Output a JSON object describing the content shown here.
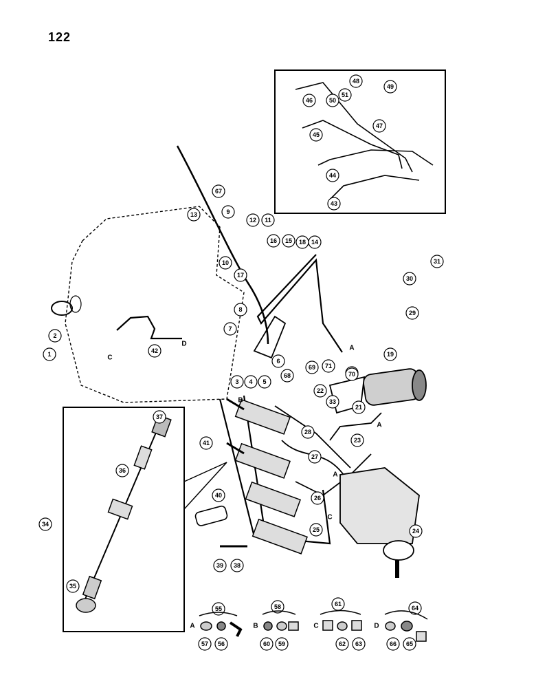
{
  "page_number": "122",
  "callouts": [
    "1",
    "2",
    "3",
    "4",
    "5",
    "6",
    "7",
    "8",
    "9",
    "10",
    "11",
    "12",
    "13",
    "14",
    "15",
    "16",
    "17",
    "18",
    "19",
    "20",
    "21",
    "22",
    "23",
    "24",
    "25",
    "26",
    "27",
    "28",
    "29",
    "30",
    "31",
    "33",
    "34",
    "35",
    "36",
    "37",
    "38",
    "39",
    "40",
    "41",
    "42",
    "43",
    "44",
    "45",
    "46",
    "47",
    "48",
    "49",
    "50",
    "51",
    "55",
    "56",
    "57",
    "58",
    "59",
    "60",
    "61",
    "62",
    "63",
    "64",
    "65",
    "66",
    "67",
    "68",
    "69",
    "70",
    "71"
  ],
  "letters": [
    "A",
    "B",
    "C",
    "D"
  ]
}
